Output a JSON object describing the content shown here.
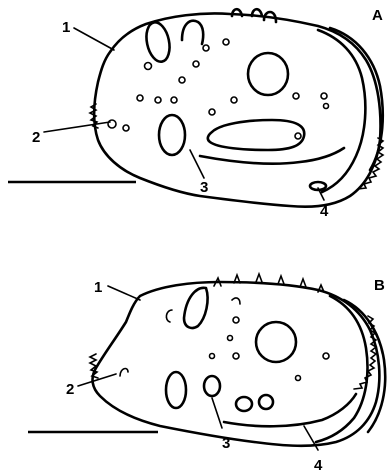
{
  "panels": [
    {
      "id": "A",
      "letter": "A",
      "labels": [
        "1",
        "2",
        "3",
        "4"
      ]
    },
    {
      "id": "B",
      "letter": "B",
      "labels": [
        "1",
        "2",
        "3",
        "4"
      ]
    }
  ],
  "colors": {
    "ink": "#000000",
    "background": "#ffffff"
  }
}
